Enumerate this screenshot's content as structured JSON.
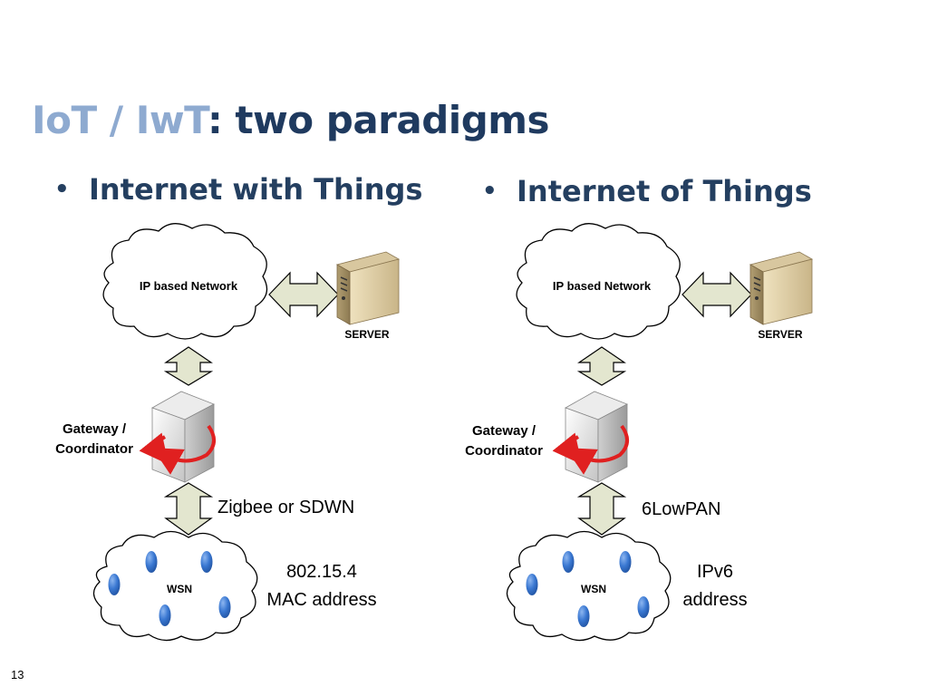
{
  "title": {
    "part1": "IoT / IwT",
    "part2": ": two paradigms"
  },
  "left": {
    "bullet": "Internet with Things",
    "network_label": "IP based Network",
    "server_label": "SERVER",
    "gateway_line1": "Gateway /",
    "gateway_line2": "Coordinator",
    "protocol": "Zigbee or SDWN",
    "wsn_label": "WSN",
    "addr_line1": "802.15.4",
    "addr_line2": "MAC address"
  },
  "right": {
    "bullet": "Internet of Things",
    "network_label": "IP based Network",
    "server_label": "SERVER",
    "gateway_line1": "Gateway /",
    "gateway_line2": "Coordinator",
    "protocol": "6LowPAN",
    "wsn_label": "WSN",
    "addr_line1": "IPv6",
    "addr_line2": "address"
  },
  "slide_number": "13",
  "colors": {
    "title_light": "#8eaad0",
    "title_dark": "#1f3a5f",
    "arrow_fill": "#e3e6cf",
    "node": "#2f6bc4",
    "rotate_arrow": "#e02020"
  }
}
